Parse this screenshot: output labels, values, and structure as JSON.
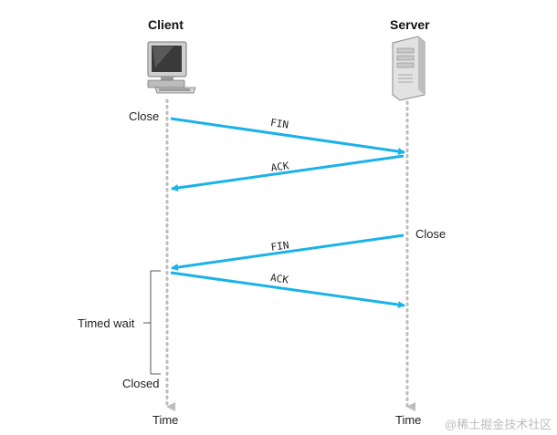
{
  "endpoints": {
    "client": "Client",
    "server": "Server"
  },
  "client_events": {
    "close": "Close",
    "timed_wait": "Timed wait",
    "closed": "Closed",
    "time": "Time"
  },
  "server_events": {
    "close": "Close",
    "time": "Time"
  },
  "messages": [
    {
      "label": "FIN",
      "from": "client",
      "to": "server"
    },
    {
      "label": "ACK",
      "from": "server",
      "to": "client"
    },
    {
      "label": "FIN",
      "from": "server",
      "to": "client"
    },
    {
      "label": "ACK",
      "from": "client",
      "to": "server"
    }
  ],
  "colors": {
    "arrow": "#1ab2e8",
    "timeline": "#bdbdbd",
    "text": "#222222"
  },
  "watermark": "@稀土掘金技术社区"
}
